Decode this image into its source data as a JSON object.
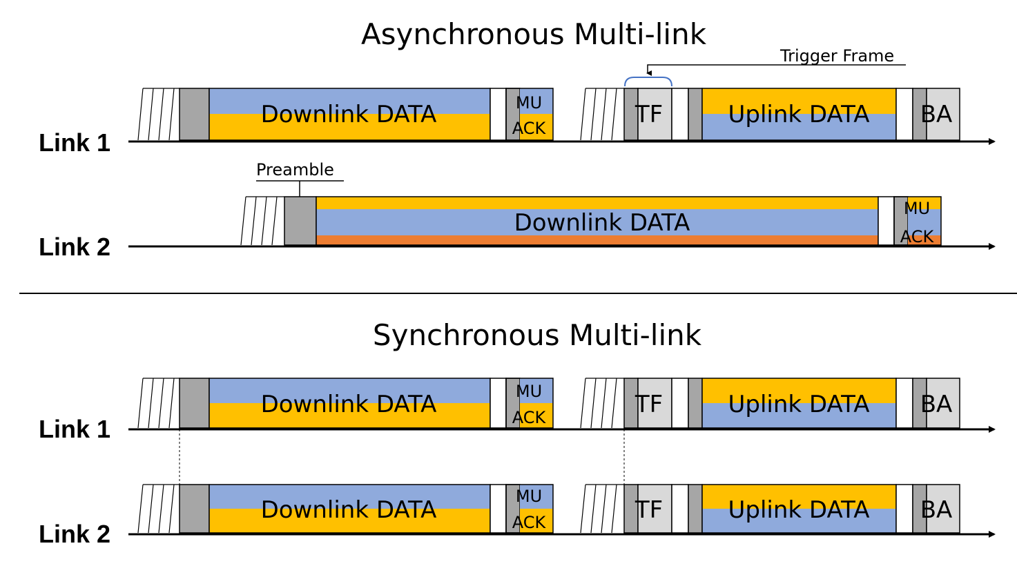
{
  "sections": {
    "async_title": "Asynchronous Multi-link",
    "sync_title": "Synchronous Multi-link"
  },
  "labels": {
    "link1": "Link 1",
    "link2": "Link 2"
  },
  "frames": {
    "downlink": "Downlink DATA",
    "uplink": "Uplink DATA",
    "tf": "TF",
    "ba": "BA",
    "mu": "MU",
    "ack": "ACK"
  },
  "annotations": {
    "trigger_frame": "Trigger Frame",
    "preamble": "Preamble"
  },
  "colors": {
    "blue": "#8faadc",
    "yellow": "#ffc000",
    "orange": "#ed7d31",
    "preamble_gray": "#a6a6a6",
    "tf_gray": "#d9d9d9",
    "ifs_white": "#ffffff",
    "trigger_brace": "#4472c4"
  }
}
